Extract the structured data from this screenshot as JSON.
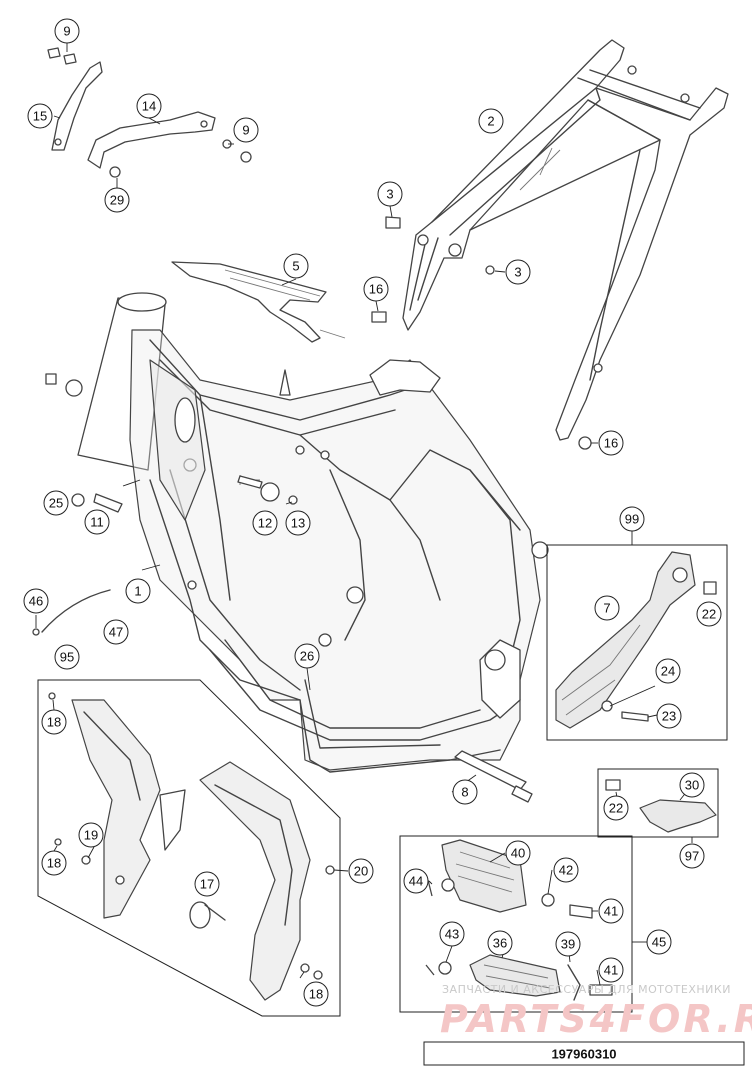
{
  "diagram": {
    "document_number": "197960310",
    "watermark_line1": "ЗАПЧАСТИ И АКСЕССУАРЫ ДЛЯ МОТОТЕХНИКИ",
    "watermark_line2": "PARTS4FOR.RU",
    "callouts": [
      {
        "id": "c9a",
        "label": "9"
      },
      {
        "id": "c15",
        "label": "15"
      },
      {
        "id": "c14",
        "label": "14"
      },
      {
        "id": "c9b",
        "label": "9"
      },
      {
        "id": "c29",
        "label": "29"
      },
      {
        "id": "c2",
        "label": "2"
      },
      {
        "id": "c3a",
        "label": "3"
      },
      {
        "id": "c3b",
        "label": "3"
      },
      {
        "id": "c5",
        "label": "5"
      },
      {
        "id": "c16a",
        "label": "16"
      },
      {
        "id": "c16b",
        "label": "16"
      },
      {
        "id": "c25",
        "label": "25"
      },
      {
        "id": "c11",
        "label": "11"
      },
      {
        "id": "c12",
        "label": "12"
      },
      {
        "id": "c13",
        "label": "13"
      },
      {
        "id": "c1",
        "label": "1"
      },
      {
        "id": "c46",
        "label": "46"
      },
      {
        "id": "c47",
        "label": "47"
      },
      {
        "id": "c95",
        "label": "95"
      },
      {
        "id": "c18a",
        "label": "18"
      },
      {
        "id": "c19",
        "label": "19"
      },
      {
        "id": "c18b",
        "label": "18"
      },
      {
        "id": "c17",
        "label": "17"
      },
      {
        "id": "c20",
        "label": "20"
      },
      {
        "id": "c18c",
        "label": "18"
      },
      {
        "id": "c26",
        "label": "26"
      },
      {
        "id": "c99",
        "label": "99"
      },
      {
        "id": "c7",
        "label": "7"
      },
      {
        "id": "c22a",
        "label": "22"
      },
      {
        "id": "c24",
        "label": "24"
      },
      {
        "id": "c23",
        "label": "23"
      },
      {
        "id": "c8",
        "label": "8"
      },
      {
        "id": "c30",
        "label": "30"
      },
      {
        "id": "c22b",
        "label": "22"
      },
      {
        "id": "c97",
        "label": "97"
      },
      {
        "id": "c40",
        "label": "40"
      },
      {
        "id": "c44",
        "label": "44"
      },
      {
        "id": "c42",
        "label": "42"
      },
      {
        "id": "c41a",
        "label": "41"
      },
      {
        "id": "c43",
        "label": "43"
      },
      {
        "id": "c36",
        "label": "36"
      },
      {
        "id": "c39",
        "label": "39"
      },
      {
        "id": "c41b",
        "label": "41"
      },
      {
        "id": "c45",
        "label": "45"
      }
    ]
  }
}
